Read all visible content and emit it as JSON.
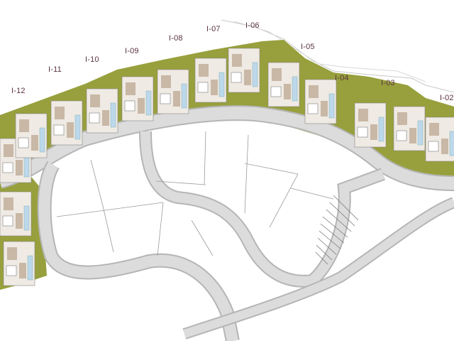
{
  "plan": {
    "plots": [
      {
        "id": "I-12"
      },
      {
        "id": "I-11"
      },
      {
        "id": "I-10"
      },
      {
        "id": "I-09"
      },
      {
        "id": "I-08"
      },
      {
        "id": "I-07"
      },
      {
        "id": "I-06"
      },
      {
        "id": "I-05"
      },
      {
        "id": "I-04"
      },
      {
        "id": "I-03"
      },
      {
        "id": "I-02"
      }
    ]
  },
  "colors": {
    "landscape": "#97a03c",
    "road": "#dcdcdc",
    "road_edge": "#b5b5b5",
    "house": "#efeae4",
    "roof": "#c9b8a6",
    "pool": "#bcd8ea",
    "label": "#5a3242"
  }
}
